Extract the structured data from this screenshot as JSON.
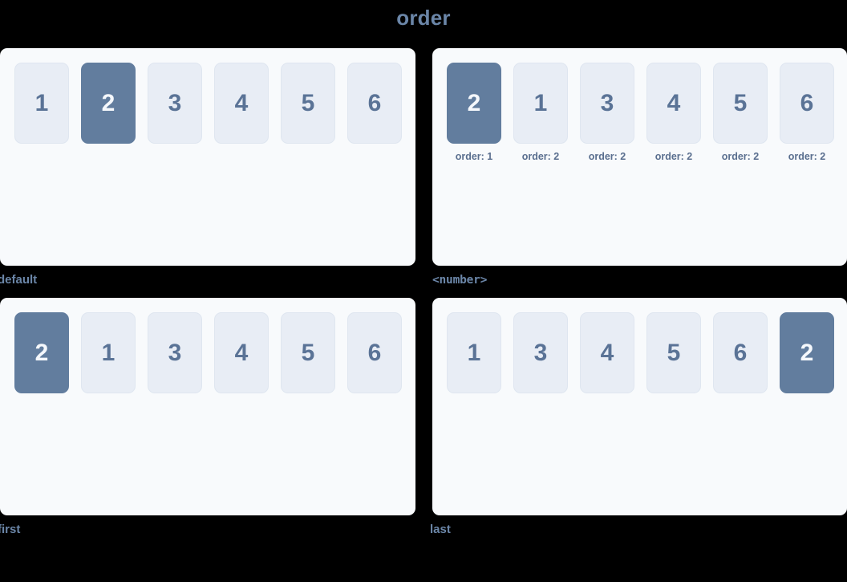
{
  "page": {
    "title": "order",
    "title_color": "#6b86a8",
    "background_color": "#000000"
  },
  "theme": {
    "card_background": "#f8fafc",
    "item_background": "#e8edf5",
    "item_border": "#dfe6f0",
    "item_text": "#5a7396",
    "highlight_background": "#627d9e",
    "highlight_text": "#f5f8fc",
    "caption_text": "#5a6f8f",
    "label_text": "#6b86a8"
  },
  "demos": [
    {
      "label": "default",
      "label_style": "normal",
      "position": "top-left",
      "items": [
        {
          "text": "1",
          "highlight": false,
          "caption": null
        },
        {
          "text": "2",
          "highlight": true,
          "caption": null
        },
        {
          "text": "3",
          "highlight": false,
          "caption": null
        },
        {
          "text": "4",
          "highlight": false,
          "caption": null
        },
        {
          "text": "5",
          "highlight": false,
          "caption": null
        },
        {
          "text": "6",
          "highlight": false,
          "caption": null
        }
      ]
    },
    {
      "label": "<number>",
      "label_style": "mono",
      "position": "top-right",
      "items": [
        {
          "text": "2",
          "highlight": true,
          "caption": "order: 1"
        },
        {
          "text": "1",
          "highlight": false,
          "caption": "order: 2"
        },
        {
          "text": "3",
          "highlight": false,
          "caption": "order: 2"
        },
        {
          "text": "4",
          "highlight": false,
          "caption": "order: 2"
        },
        {
          "text": "5",
          "highlight": false,
          "caption": "order: 2"
        },
        {
          "text": "6",
          "highlight": false,
          "caption": "order: 2"
        }
      ]
    },
    {
      "label": "first",
      "label_style": "normal",
      "position": "bottom-left",
      "items": [
        {
          "text": "2",
          "highlight": true,
          "caption": null
        },
        {
          "text": "1",
          "highlight": false,
          "caption": null
        },
        {
          "text": "3",
          "highlight": false,
          "caption": null
        },
        {
          "text": "4",
          "highlight": false,
          "caption": null
        },
        {
          "text": "5",
          "highlight": false,
          "caption": null
        },
        {
          "text": "6",
          "highlight": false,
          "caption": null
        }
      ]
    },
    {
      "label": "last",
      "label_style": "normal",
      "position": "bottom-right",
      "items": [
        {
          "text": "1",
          "highlight": false,
          "caption": null
        },
        {
          "text": "3",
          "highlight": false,
          "caption": null
        },
        {
          "text": "4",
          "highlight": false,
          "caption": null
        },
        {
          "text": "5",
          "highlight": false,
          "caption": null
        },
        {
          "text": "6",
          "highlight": false,
          "caption": null
        },
        {
          "text": "2",
          "highlight": true,
          "caption": null
        }
      ]
    }
  ]
}
